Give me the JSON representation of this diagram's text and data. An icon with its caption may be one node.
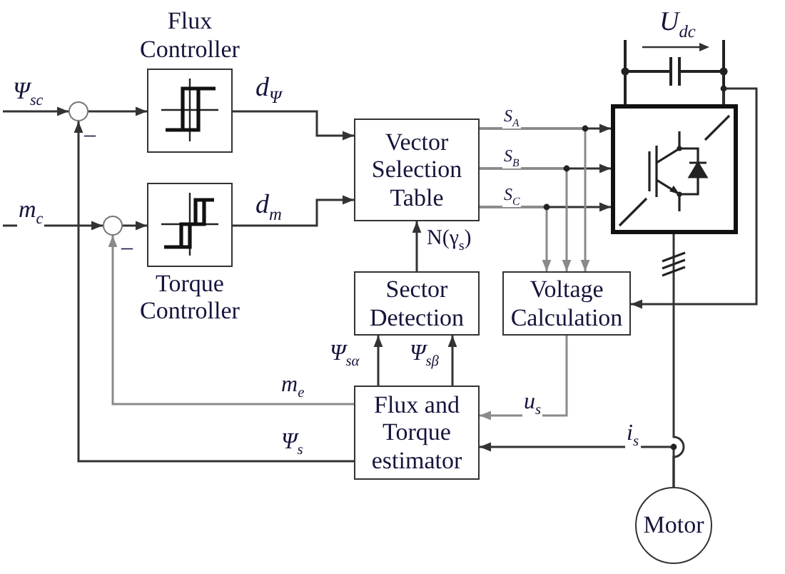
{
  "diagram": {
    "nodes": [
      {
        "text": [],
        "shape": "circle"
      },
      {
        "text": [
          "Flux Controller"
        ]
      },
      {
        "text": [],
        "shape": "circle"
      },
      {
        "text": [
          "Torque Controller"
        ]
      },
      {
        "text": [
          "Vector Selection Table"
        ]
      },
      {
        "text": [
          "Sector Detection"
        ]
      },
      {
        "text": [
          "Voltage Calculation"
        ]
      },
      {
        "text": [
          "Flux and Torque estimator"
        ]
      },
      {
        "text": [],
        "shape": "box"
      },
      {
        "text": [
          "Motor"
        ]
      }
    ],
    "edges": [
      {
        "from": null,
        "to": 0,
        "arrow": "to",
        "label": "Ψ$_{sc}$"
      },
      {
        "from": 0,
        "to": 1,
        "arrow": "to"
      },
      {
        "from": 1,
        "to": 4,
        "arrow": "to",
        "label": "d$_{Ψ}$"
      },
      {
        "from": null,
        "to": 2,
        "arrow": "to",
        "label": "m$_{c}$"
      },
      {
        "from": 2,
        "to": 3,
        "arrow": "to"
      },
      {
        "from": 3,
        "to": 4,
        "arrow": "to",
        "label": "d$_{m}$"
      },
      {
        "from": 4,
        "to": 8,
        "arrow": "to",
        "label": "S$_{A}$"
      },
      {
        "from": 4,
        "to": 8,
        "arrow": "to",
        "label": "S$_{B}$"
      },
      {
        "from": 4,
        "to": 8,
        "arrow": "to",
        "label": "S$_{C}$"
      },
      {
        "from": 4,
        "to": 6,
        "arrow": "to",
        "color": "#8a8a8a"
      },
      {
        "from": 4,
        "to": 6,
        "arrow": "to",
        "color": "#8a8a8a"
      },
      {
        "from": 4,
        "to": 6,
        "arrow": "to",
        "color": "#8a8a8a"
      },
      {
        "from": 5,
        "to": 4,
        "arrow": "to",
        "label": "N(γ$_{s}$)"
      },
      {
        "from": 7,
        "to": 5,
        "arrow": "to",
        "label": "Ψ$_{sα}$"
      },
      {
        "from": 7,
        "to": 5,
        "arrow": "to",
        "label": "Ψ$_{sβ}$"
      },
      {
        "from": 7,
        "to": 2,
        "arrow": "to",
        "label": "m$_{e}$",
        "color": "#8a8a8a"
      },
      {
        "from": 7,
        "to": 0,
        "arrow": "to",
        "label": "Ψ$_{s}$"
      },
      {
        "from": 6,
        "to": 7,
        "arrow": "to",
        "label": "u$_{s}$",
        "color": "#8a8a8a"
      },
      {
        "from": 8,
        "to": 6,
        "arrow": "to"
      },
      {
        "from": 9,
        "to": 8,
        "arrow": "none"
      },
      {
        "from": 9,
        "to": 7,
        "arrow": "to",
        "label": "i$_{s}$"
      }
    ],
    "labels": [
      "U$_{dc}$",
      "–",
      "–"
    ]
  }
}
